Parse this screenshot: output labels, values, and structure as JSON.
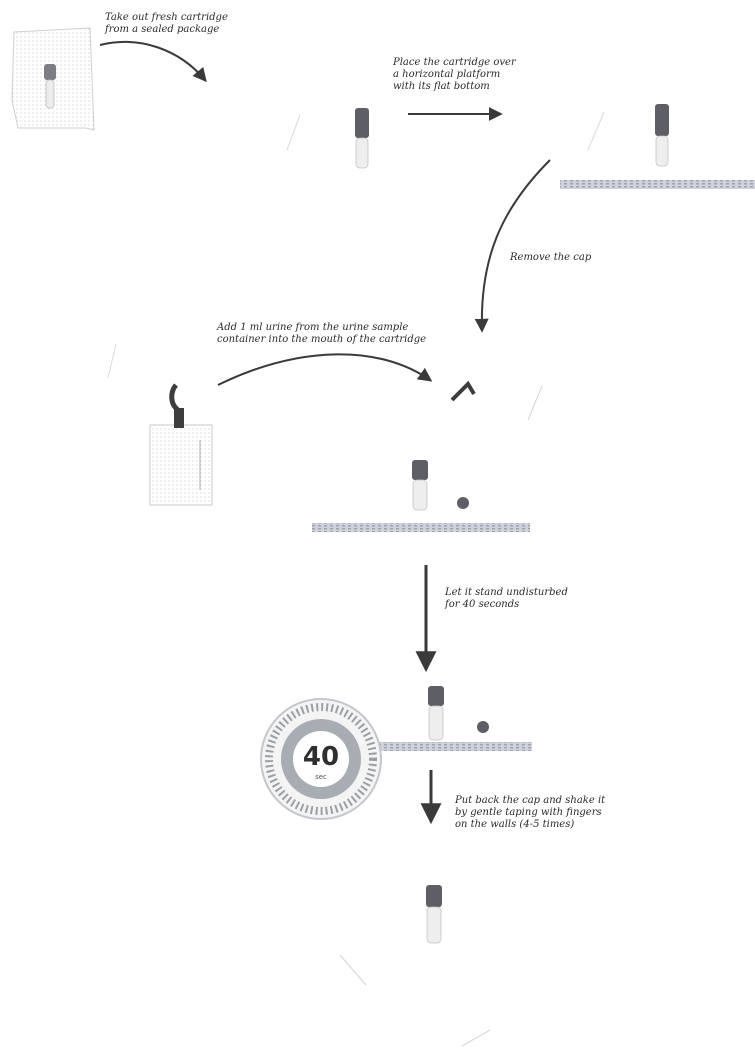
{
  "steps": [
    {
      "id": "step-1",
      "text": "Take out fresh cartridge\nfrom a sealed package"
    },
    {
      "id": "step-2",
      "text": "Place the cartridge over\na horizontal platform\nwith its flat bottom"
    },
    {
      "id": "step-3",
      "text": "Remove the cap"
    },
    {
      "id": "step-4",
      "text": "Add 1 ml urine from the urine sample\ncontainer into the mouth of the cartridge"
    },
    {
      "id": "step-5",
      "text": "Let it stand undisturbed\nfor 40 seconds"
    },
    {
      "id": "step-6",
      "text": "Put back the cap and shake it\nby gentle taping with fingers\non the walls (4-5 times)"
    }
  ],
  "timer": {
    "value": "40",
    "unit": "sec"
  },
  "colors": {
    "ink": "#2a2a2a",
    "arrow": "#3a3a3a",
    "cartridge_cap": "#5a5a5a",
    "cartridge_body": "#d8d8d8",
    "platform": "#b9bcc6",
    "timer_ring": "#9aa0a6",
    "timer_face": "#e6e6e6"
  }
}
